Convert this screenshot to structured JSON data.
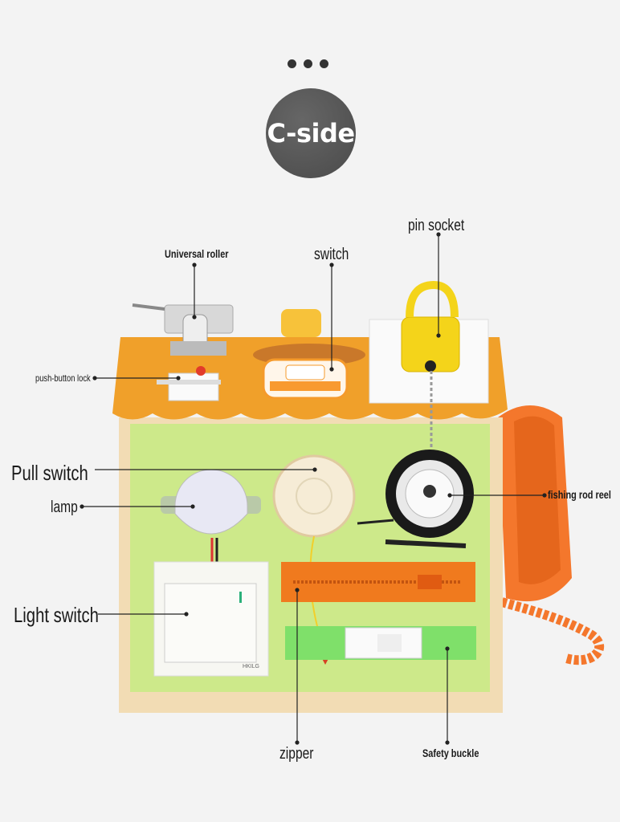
{
  "header": {
    "badge_text": "C-side"
  },
  "labels": {
    "pin_socket": "pin socket",
    "universal_roller": "Universal roller",
    "switch": "switch",
    "push_button_lock": "push-button lock",
    "pull_switch": "Pull switch",
    "lamp": "lamp",
    "fishing_rod_reel": "fishing rod reel",
    "light_switch": "Light switch",
    "zipper": "zipper",
    "safety_buckle": "Safety buckle"
  },
  "switch_brand": "HKILG",
  "colors": {
    "background": "#f3f3f3",
    "roof_orange": "#f0a02a",
    "panel_green": "#cde98a",
    "zipper_orange": "#f07a1e",
    "strap_green": "#7fe06a",
    "phone_orange": "#f4772c",
    "badge_gray": "#555555"
  }
}
